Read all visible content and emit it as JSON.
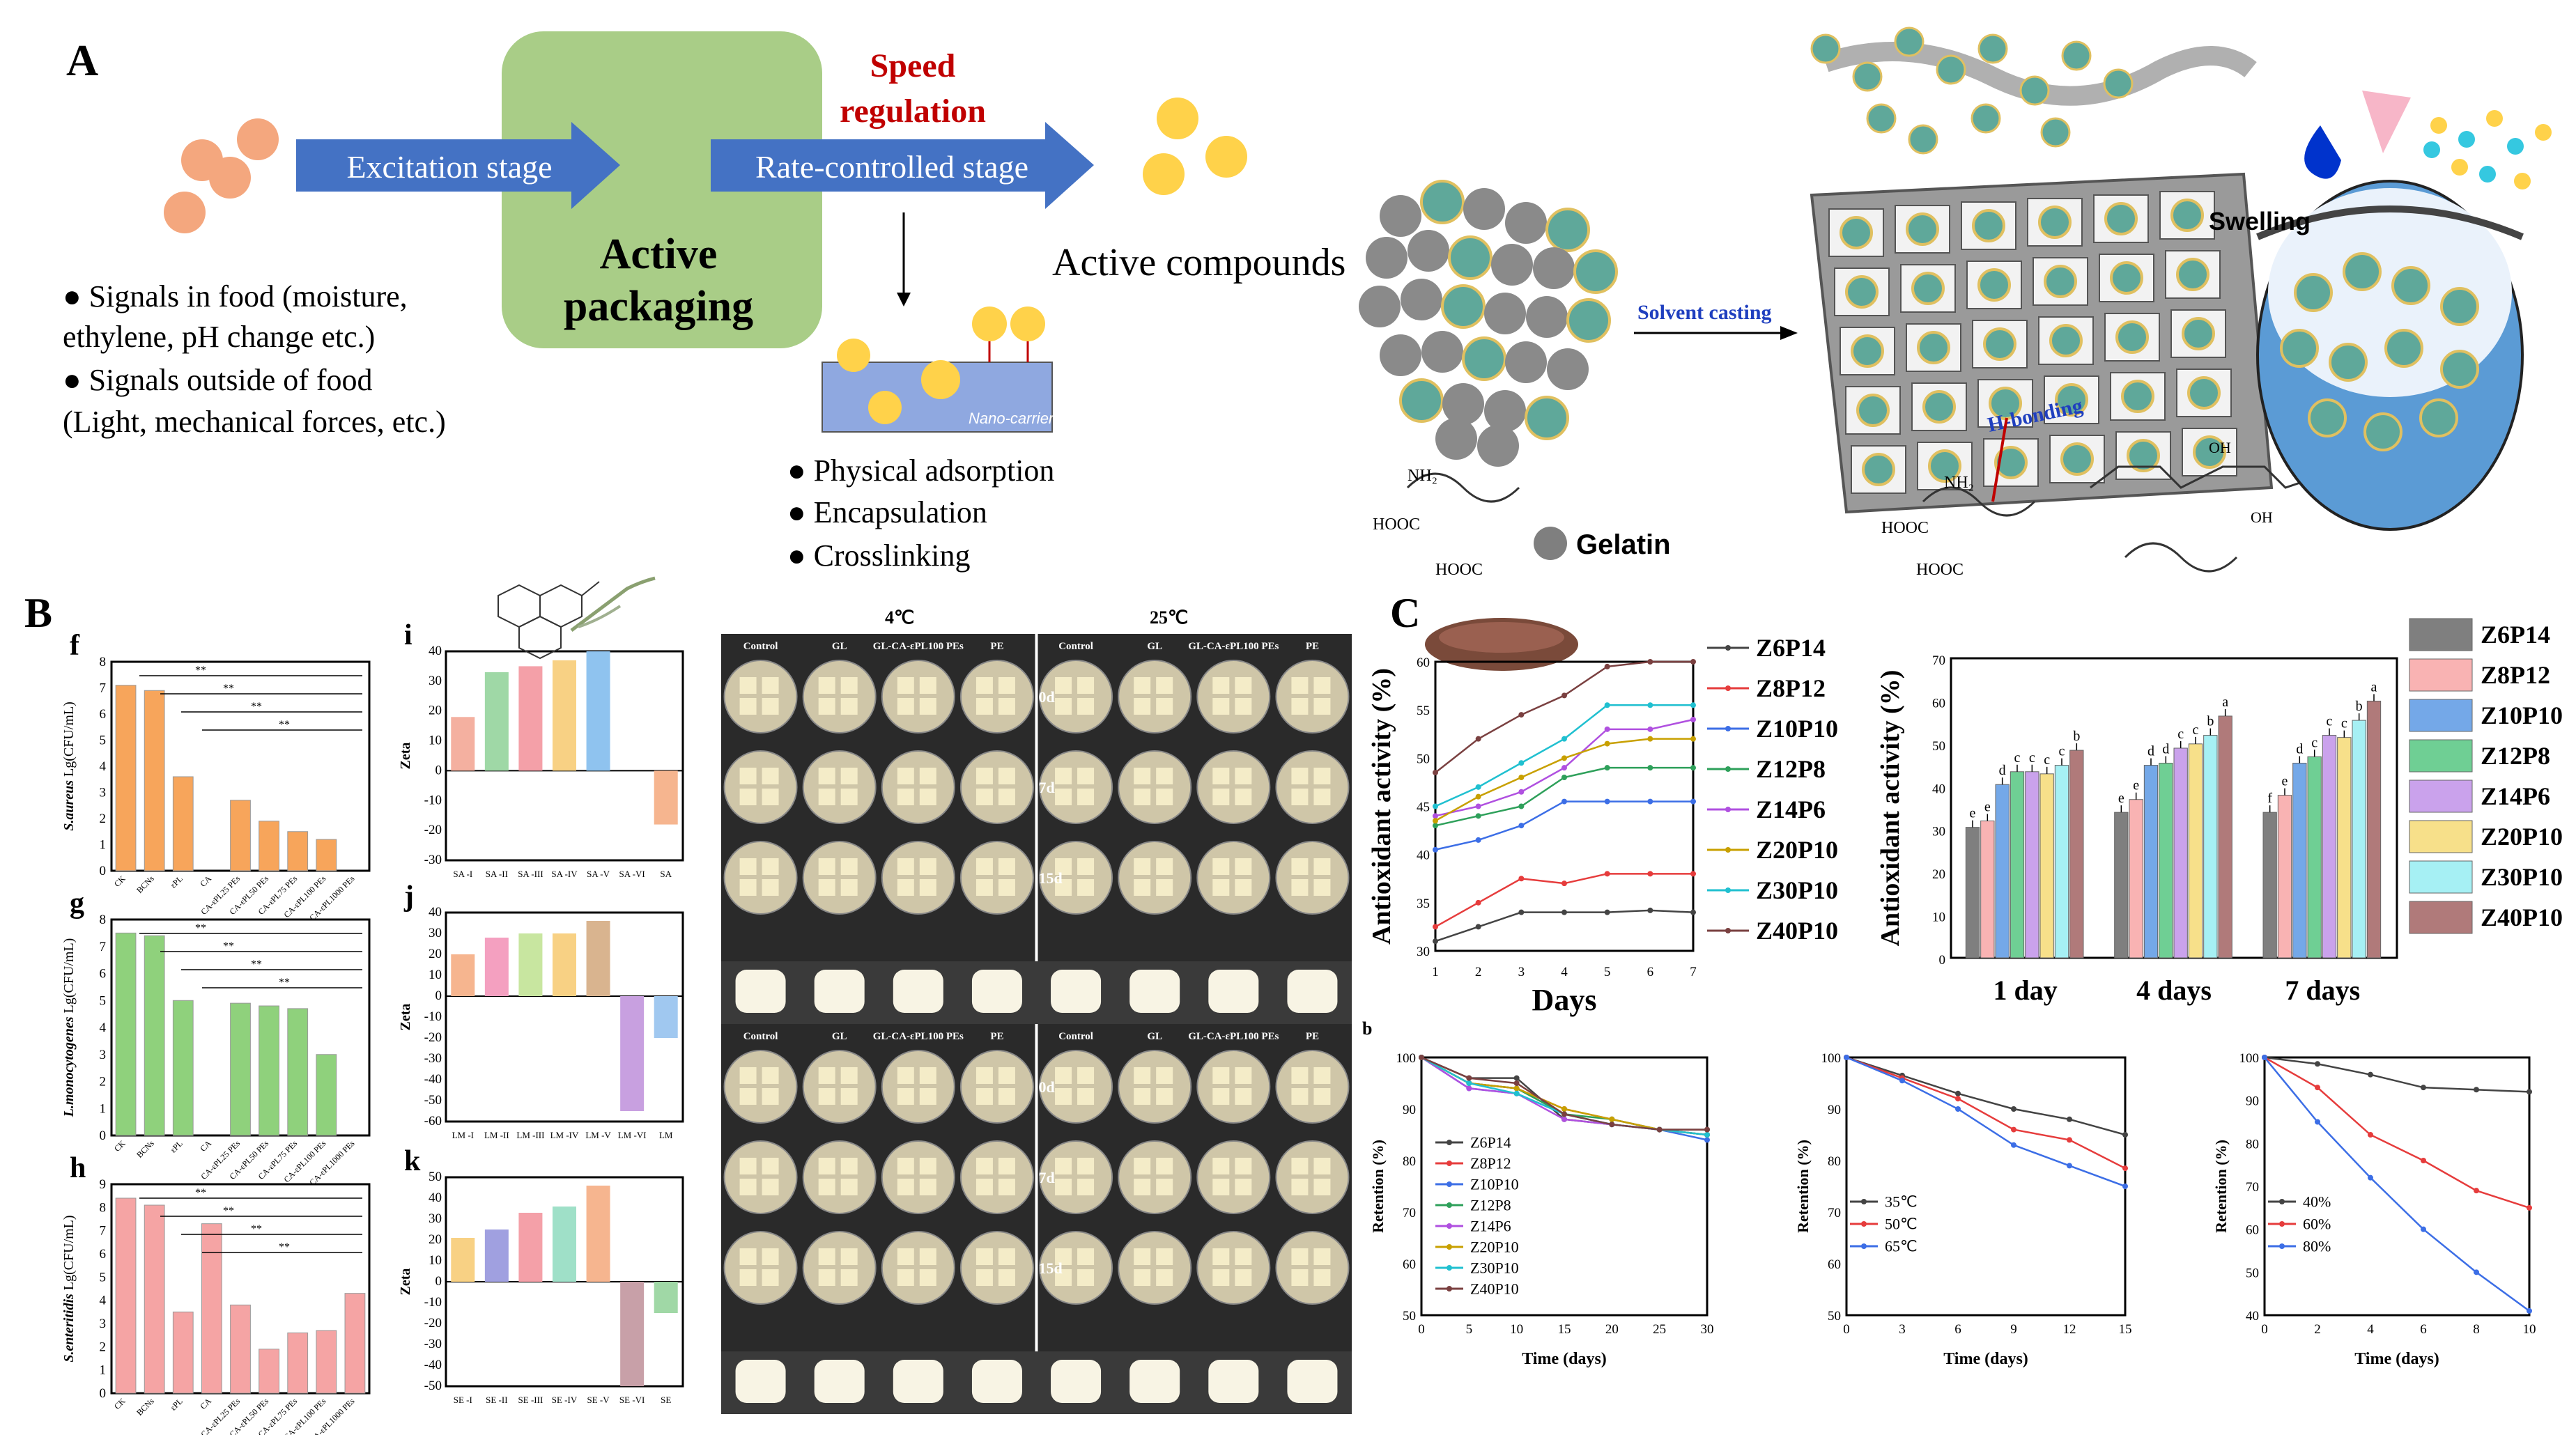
{
  "panels": {
    "a": "A",
    "b": "B",
    "c": "C"
  },
  "flow": {
    "excitation": "Excitation stage",
    "rate": "Rate-controlled stage",
    "speed1": "Speed",
    "speed2": "regulation",
    "active1": "Active",
    "active2": "packaging",
    "compounds": "Active compounds",
    "nano": "Nano-carriers",
    "signals": [
      "● Signals in food (moisture,",
      "ethylene, pH change etc.)",
      "● Signals outside of food",
      "(Light, mechanical forces, etc.)"
    ],
    "methods": [
      "● Physical adsorption",
      "● Encapsulation",
      "● Crosslinking"
    ],
    "solvent": "Solvent casting",
    "hbond": "H-bonding",
    "gelatin": "Gelatin",
    "swelling": "Swelling"
  },
  "colors": {
    "arrow": "#4472c4",
    "packaging": "#a9cd87",
    "particle": "#f4a77e",
    "yellow": "#ffd24a",
    "speed": "#c00000",
    "solvent": "#1f3fbf",
    "gray": "#7f7f7f",
    "bar_f": "#f7a55b",
    "bar_g": "#8fd17c",
    "bar_h": "#f5a4a4"
  },
  "bacteria": [
    {
      "letter": "f",
      "species": "S.aureus",
      "ylabel_tail": " Lg(CFU/mL)",
      "ylim": [
        0,
        8
      ],
      "categories": [
        "CK",
        "BCNs",
        "εPL",
        "CA",
        "CA-εPL25 PEs",
        "CA-εPL50 PEs",
        "CA-εPL75 PEs",
        "CA-εPL100 PEs",
        "CA-εPL1000 PEs"
      ],
      "values": [
        7.1,
        6.9,
        3.6,
        0,
        2.7,
        1.9,
        1.5,
        1.2,
        0
      ]
    },
    {
      "letter": "g",
      "species": "L.monocytogenes",
      "ylabel_tail": " Lg(CFU/mL)",
      "ylim": [
        0,
        8
      ],
      "categories": [
        "CK",
        "BCNs",
        "εPL",
        "CA",
        "CA-εPL25 PEs",
        "CA-εPL50 PEs",
        "CA-εPL75 PEs",
        "CA-εPL100 PEs",
        "CA-εPL1000 PEs"
      ],
      "values": [
        7.5,
        7.4,
        5.0,
        0,
        4.9,
        4.8,
        4.7,
        3.0,
        0
      ]
    },
    {
      "letter": "h",
      "species": "S.enteritidis",
      "ylabel_tail": " Lg(CFU/mL)",
      "ylim": [
        0,
        9
      ],
      "categories": [
        "CK",
        "BCNs",
        "εPL",
        "CA",
        "CA-εPL25 PEs",
        "CA-εPL50 PEs",
        "CA-εPL75 PEs",
        "CA-εPL100 PEs",
        "CA-εPL1000 PEs"
      ],
      "values": [
        8.4,
        8.1,
        3.5,
        7.3,
        3.8,
        1.9,
        2.6,
        2.7,
        4.3
      ]
    }
  ],
  "zeta": [
    {
      "letter": "i",
      "ylabel": "Zeta",
      "ylim": [
        -30,
        40
      ],
      "categories": [
        "SA -I",
        "SA -II",
        "SA -III",
        "SA -IV",
        "SA -V",
        "SA -VI",
        "SA"
      ],
      "values": [
        18,
        33,
        35,
        37,
        40,
        0,
        -18
      ],
      "colors": [
        "#f4b0a0",
        "#9fd8a6",
        "#f4a0a8",
        "#f8d184",
        "#8fc3ef",
        "#c8b0e0",
        "#f6b58f"
      ]
    },
    {
      "letter": "j",
      "ylabel": "Zeta",
      "ylim": [
        -60,
        40
      ],
      "categories": [
        "LM -I",
        "LM -II",
        "LM -III",
        "LM -IV",
        "LM -V",
        "LM -VI",
        "LM"
      ],
      "values": [
        20,
        28,
        30,
        30,
        36,
        -55,
        -20
      ],
      "colors": [
        "#f6b58f",
        "#f4a0c0",
        "#c8e6a0",
        "#f8d184",
        "#d9b48f",
        "#c8a0e0",
        "#a0c8f0"
      ]
    },
    {
      "letter": "k",
      "ylabel": "Zeta",
      "ylim": [
        -50,
        50
      ],
      "categories": [
        "SE -I",
        "SE -II",
        "SE -III",
        "SE -IV",
        "SE -V",
        "SE -VI",
        "SE"
      ],
      "values": [
        21,
        25,
        33,
        36,
        46,
        -50,
        -15
      ],
      "colors": [
        "#f8d184",
        "#a0a0e0",
        "#f4a0a8",
        "#9fe0c8",
        "#f6b58f",
        "#c8a0a8",
        "#a0d8a6"
      ]
    }
  ],
  "photos": {
    "temp1": "4℃",
    "temp2": "25℃",
    "col_top": [
      "Control",
      "GL",
      "GL-CA-εPL100 PEs",
      "PE",
      "Control",
      "GL",
      "GL-CA-εPL100 PEs",
      "PE"
    ],
    "col_bot": [
      "Control",
      "GL",
      "GL-CA-εPL100 PEs",
      "PE",
      "Control",
      "GL",
      "GL-CA-εPL100 PEs",
      "PE"
    ],
    "rows_top": [
      "0d",
      "7d",
      "15d"
    ],
    "rows_bot": [
      "0d",
      "7d",
      "15d"
    ],
    "sub_b": "b"
  },
  "chart_data": [
    {
      "type": "line",
      "ylabel": "Antioxidant activity (%)",
      "xlabel": "Days",
      "x": [
        1,
        2,
        3,
        4,
        5,
        6,
        7
      ],
      "xlim": [
        1,
        7
      ],
      "ylim": [
        30,
        60
      ],
      "series": [
        {
          "name": "Z6P14",
          "color": "#444444",
          "values": [
            31,
            32.5,
            34,
            34,
            34,
            34.2,
            34
          ]
        },
        {
          "name": "Z8P12",
          "color": "#e63c3c",
          "values": [
            32.5,
            35,
            37.5,
            37,
            38,
            38,
            38
          ]
        },
        {
          "name": "Z10P10",
          "color": "#3c6ee6",
          "values": [
            40.5,
            41.5,
            43,
            45.5,
            45.5,
            45.5,
            45.5
          ]
        },
        {
          "name": "Z12P8",
          "color": "#2ea05a",
          "values": [
            43,
            44,
            45,
            48,
            49,
            49,
            49
          ]
        },
        {
          "name": "Z14P6",
          "color": "#b050e0",
          "values": [
            44,
            45,
            46.5,
            49,
            53,
            53,
            54
          ]
        },
        {
          "name": "Z20P10",
          "color": "#c8a000",
          "values": [
            43.5,
            46,
            48,
            50,
            51.5,
            52,
            52
          ]
        },
        {
          "name": "Z30P10",
          "color": "#20c0d0",
          "values": [
            45,
            47,
            49.5,
            52,
            55.5,
            55.5,
            55.5
          ]
        },
        {
          "name": "Z40P10",
          "color": "#7a4040",
          "values": [
            48.5,
            52,
            54.5,
            56.5,
            59.5,
            60,
            60
          ]
        }
      ]
    },
    {
      "type": "bar",
      "ylabel": "Antioxidant activity (%)",
      "categories": [
        "1 day",
        "4 days",
        "7 days"
      ],
      "ylim": [
        0,
        70
      ],
      "series": [
        {
          "name": "Z6P14",
          "color": "#7f7f7f",
          "values": [
            30.5,
            34,
            34
          ]
        },
        {
          "name": "Z8P12",
          "color": "#f9b3b3",
          "values": [
            32,
            37,
            38
          ]
        },
        {
          "name": "Z10P10",
          "color": "#74a8e8",
          "values": [
            40.5,
            45,
            45.5
          ]
        },
        {
          "name": "Z12P8",
          "color": "#6fcf94",
          "values": [
            43.5,
            45.5,
            47
          ]
        },
        {
          "name": "Z14P6",
          "color": "#caa2ec",
          "values": [
            43.5,
            49,
            52
          ]
        },
        {
          "name": "Z20P10",
          "color": "#f7e08a",
          "values": [
            43,
            50,
            51.5
          ]
        },
        {
          "name": "Z30P10",
          "color": "#a6f0f4",
          "values": [
            45,
            52,
            55.5
          ]
        },
        {
          "name": "Z40P10",
          "color": "#b07a7a",
          "values": [
            48.5,
            56.5,
            60
          ]
        }
      ],
      "letters": [
        [
          "e",
          "e",
          "d",
          "c",
          "c",
          "c",
          "c",
          "b"
        ],
        [
          "e",
          "e",
          "d",
          "d",
          "c",
          "c",
          "b",
          "a"
        ],
        [
          "f",
          "e",
          "d",
          "c",
          "c",
          "c",
          "b",
          "a"
        ]
      ]
    },
    {
      "type": "line",
      "ylabel": "Retention (%)",
      "xlabel": "Time (days)",
      "x": [
        0,
        5,
        10,
        15,
        20,
        25,
        30
      ],
      "xlim": [
        0,
        30
      ],
      "ylim": [
        50,
        100
      ],
      "series": [
        {
          "name": "Z6P14",
          "color": "#444444",
          "values": [
            100,
            96,
            96,
            88,
            87,
            86,
            86
          ]
        },
        {
          "name": "Z8P12",
          "color": "#e63c3c",
          "values": [
            100,
            95,
            94,
            90,
            88,
            86,
            85
          ]
        },
        {
          "name": "Z10P10",
          "color": "#3c6ee6",
          "values": [
            100,
            94,
            93,
            89,
            87,
            86,
            84
          ]
        },
        {
          "name": "Z12P8",
          "color": "#2ea05a",
          "values": [
            100,
            95,
            94,
            89,
            88,
            86,
            85
          ]
        },
        {
          "name": "Z14P6",
          "color": "#b050e0",
          "values": [
            100,
            94,
            93,
            88,
            87,
            86,
            85
          ]
        },
        {
          "name": "Z20P10",
          "color": "#c8a000",
          "values": [
            100,
            95,
            94,
            90,
            88,
            86,
            85
          ]
        },
        {
          "name": "Z30P10",
          "color": "#20c0d0",
          "values": [
            100,
            95,
            93,
            89,
            87,
            86,
            85
          ]
        },
        {
          "name": "Z40P10",
          "color": "#7a4040",
          "values": [
            100,
            96,
            95,
            89,
            87,
            86,
            86
          ]
        }
      ]
    },
    {
      "type": "line",
      "ylabel": "Retention (%)",
      "xlabel": "Time (days)",
      "x": [
        0,
        3,
        6,
        9,
        12,
        15
      ],
      "xlim": [
        0,
        15
      ],
      "ylim": [
        50,
        100
      ],
      "series": [
        {
          "name": "35℃",
          "color": "#444444",
          "values": [
            100,
            96.5,
            93,
            90,
            88,
            85
          ]
        },
        {
          "name": "50℃",
          "color": "#e63c3c",
          "values": [
            100,
            96,
            92,
            86,
            84,
            78.5
          ]
        },
        {
          "name": "65℃",
          "color": "#3c6ee6",
          "values": [
            100,
            95.5,
            90,
            83,
            79,
            75
          ]
        }
      ]
    },
    {
      "type": "line",
      "ylabel": "Retention (%)",
      "xlabel": "Time (days)",
      "x": [
        0,
        2,
        4,
        6,
        8,
        10
      ],
      "xlim": [
        0,
        10
      ],
      "ylim": [
        40,
        100
      ],
      "series": [
        {
          "name": "40%",
          "color": "#444444",
          "values": [
            100,
            98.5,
            96,
            93,
            92.5,
            92
          ]
        },
        {
          "name": "60%",
          "color": "#e63c3c",
          "values": [
            100,
            93,
            82,
            76,
            69,
            65
          ]
        },
        {
          "name": "80%",
          "color": "#3c6ee6",
          "values": [
            100,
            85,
            72,
            60,
            50,
            41
          ]
        }
      ]
    }
  ]
}
